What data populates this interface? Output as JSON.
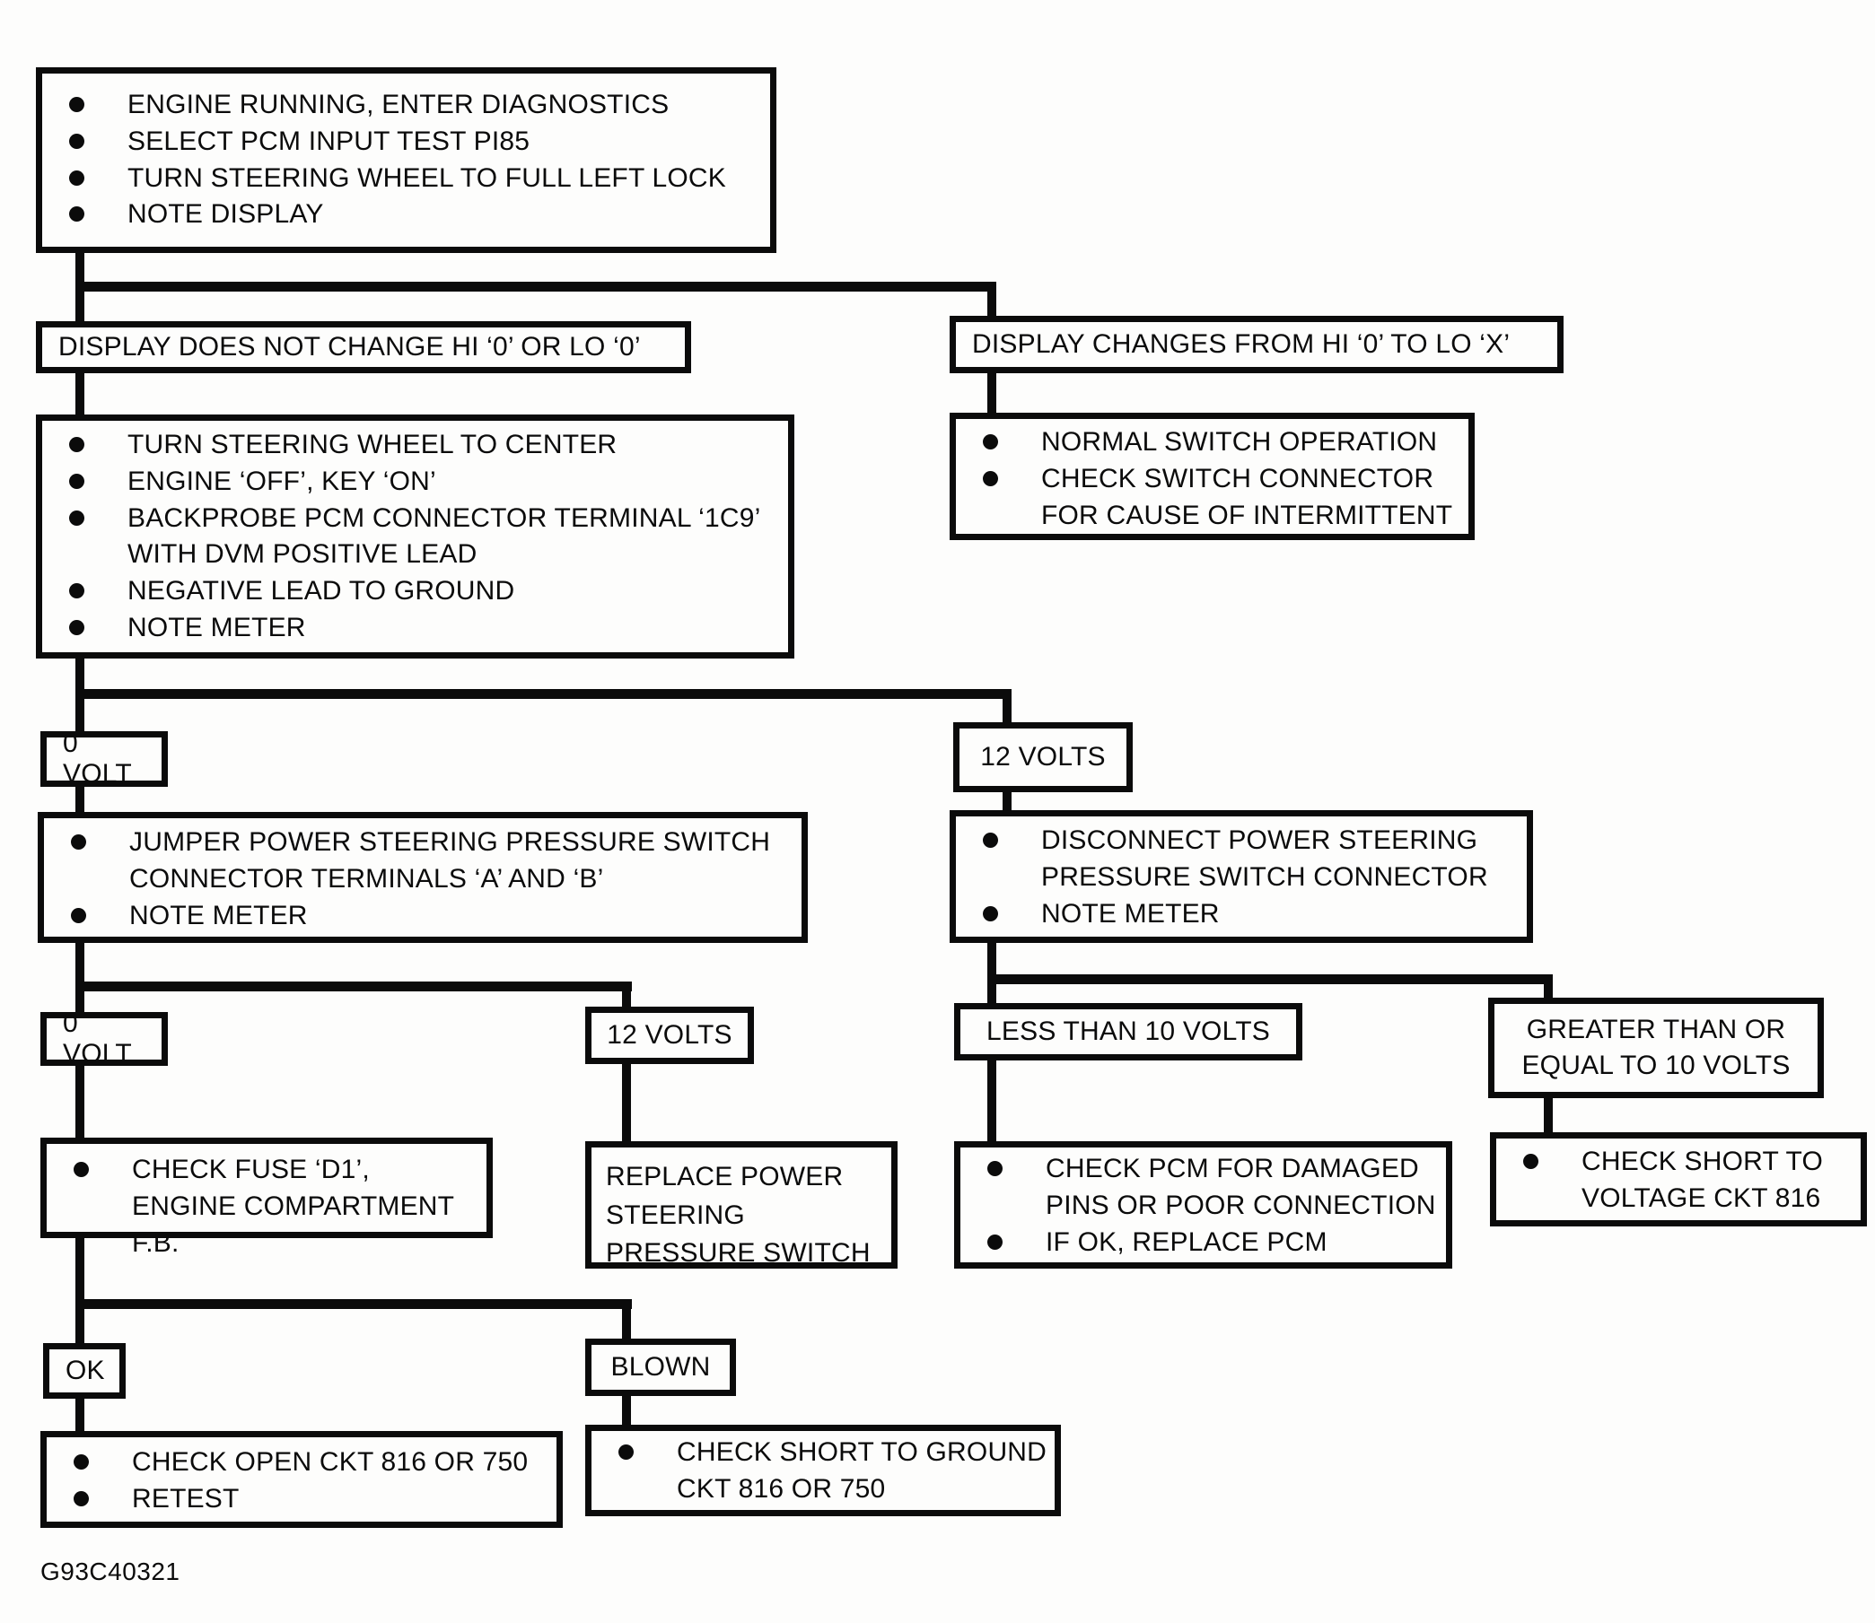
{
  "diagram": {
    "footer_code": "G93C40321",
    "nodes": {
      "start": {
        "items": [
          "ENGINE RUNNING, ENTER DIAGNOSTICS",
          "SELECT PCM INPUT TEST PI85",
          "TURN STEERING WHEEL TO FULL LEFT LOCK",
          "NOTE DISPLAY"
        ]
      },
      "display_no_change": {
        "text": "DISPLAY DOES NOT CHANGE HI ‘0’ OR LO ‘0’"
      },
      "display_changes": {
        "text": "DISPLAY CHANGES FROM HI ‘0’ TO LO ‘X’"
      },
      "probe_pcm": {
        "items": [
          "TURN STEERING WHEEL TO CENTER",
          "ENGINE ‘OFF’, KEY ‘ON’",
          "BACKPROBE PCM CONNECTOR TERMINAL ‘1C9’ WITH DVM POSITIVE LEAD",
          "NEGATIVE LEAD TO GROUND",
          "NOTE METER"
        ]
      },
      "normal_switch": {
        "items": [
          "NORMAL SWITCH OPERATION",
          "CHECK SWITCH CONNECTOR FOR CAUSE OF INTERMITTENT"
        ]
      },
      "volt0_first": {
        "text": "0 VOLT"
      },
      "volts12_first": {
        "text": "12 VOLTS"
      },
      "jumper_switch": {
        "items": [
          "JUMPER POWER STEERING PRESSURE SWITCH CONNECTOR TERMINALS ‘A’ AND ‘B’",
          "NOTE METER"
        ]
      },
      "disconnect_switch": {
        "items": [
          "DISCONNECT POWER STEERING PRESSURE SWITCH CONNECTOR",
          "NOTE METER"
        ]
      },
      "volt0_second": {
        "text": "0 VOLT"
      },
      "volts12_second": {
        "text": "12 VOLTS"
      },
      "less_than_10": {
        "text": "LESS THAN 10 VOLTS"
      },
      "greater_equal_10": {
        "text": "GREATER THAN OR EQUAL TO 10 VOLTS"
      },
      "check_fuse": {
        "items": [
          "CHECK FUSE ‘D1’, ENGINE COMPARTMENT F.B."
        ]
      },
      "replace_switch": {
        "text": "REPLACE POWER STEERING PRESSURE SWITCH"
      },
      "check_pcm": {
        "items": [
          "CHECK PCM FOR DAMAGED PINS OR POOR CONNECTION",
          "IF OK, REPLACE PCM"
        ]
      },
      "short_to_voltage": {
        "items": [
          "CHECK SHORT TO VOLTAGE CKT 816"
        ]
      },
      "fuse_ok": {
        "text": "OK"
      },
      "fuse_blown": {
        "text": "BLOWN"
      },
      "check_open_ckt": {
        "items": [
          "CHECK OPEN CKT 816 OR 750",
          "RETEST"
        ]
      },
      "short_to_ground": {
        "items": [
          "CHECK SHORT TO GROUND CKT 816 OR 750"
        ]
      }
    }
  }
}
